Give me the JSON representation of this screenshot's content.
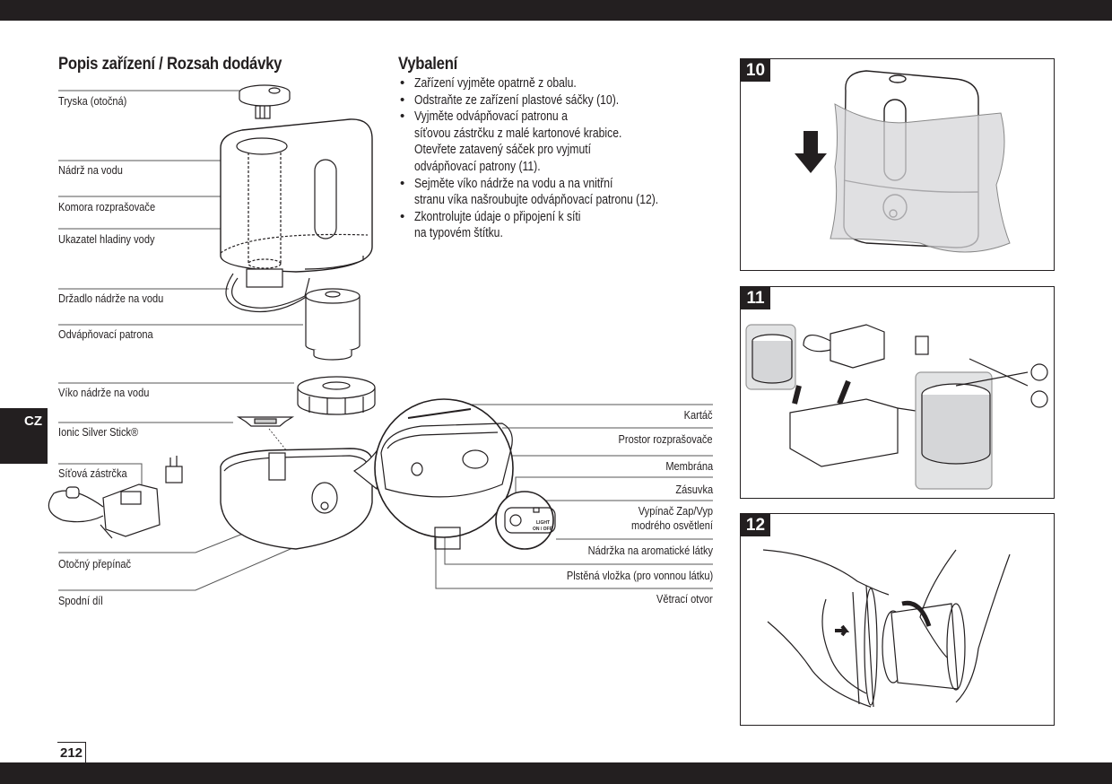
{
  "page": {
    "number": "212",
    "language_tab": "CZ"
  },
  "left_section": {
    "title": "Popis zařízení / Rozsah dodávky",
    "labels": [
      "Tryska (otočná)",
      "Nádrž na vodu",
      "Komora rozprašovače",
      "Ukazatel hladiny vody",
      "Držadlo nádrže na vodu",
      "Odvápňovací patrona",
      "Víko nádrže na vodu",
      "Ionic Silver Stick®",
      "Síťová zástrčka",
      "Otočný přepínač",
      "Spodní díl"
    ]
  },
  "detail_labels": [
    "Kartáč",
    "Prostor rozprašovače",
    "Membrána",
    "Zásuvka",
    "Vypínač Zap/Vyp",
    "modrého osvětlení",
    "Nádržka na aromatické látky",
    "Plstěná vložka (pro vonnou látku)",
    "Větrací otvor"
  ],
  "switch_text": {
    "line1": "LIGHT",
    "line2": "ON / OFF"
  },
  "unpacking": {
    "title": "Vybalení",
    "items": [
      [
        "Zařízení vyjměte opatrně z obalu."
      ],
      [
        "Odstraňte ze zařízení plastové sáčky (10)."
      ],
      [
        "Vyjměte odvápňovací patronu a",
        "síťovou zástrčku z malé kartonové krabice.",
        "Otevřete zatavený sáček pro vyjmutí",
        "odvápňovací patrony (11)."
      ],
      [
        "Sejměte víko nádrže na vodu a na vnitřní",
        "stranu víka našroubujte odvápňovací patronu (12)."
      ],
      [
        "Zkontrolujte údaje o připojení k síti",
        "na typovém štítku."
      ]
    ]
  },
  "figures": [
    {
      "number": "10",
      "depicts": "humidifier in plastic bag with down arrow"
    },
    {
      "number": "11",
      "depicts": "cartridge and power adapter removed from box, bag cut with scissors"
    },
    {
      "number": "12",
      "depicts": "hands screwing cartridge onto tank lid"
    }
  ]
}
